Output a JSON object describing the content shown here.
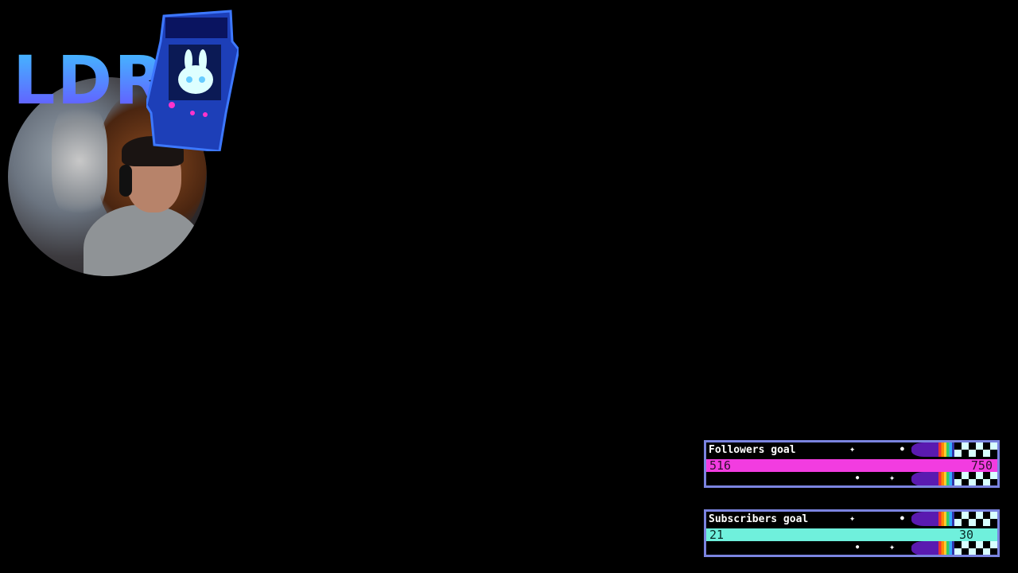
{
  "overlay": {
    "logo_text": "LDR",
    "logo_icon": "arcade-cabinet-bunny-icon"
  },
  "goals": [
    {
      "label": "Followers goal",
      "current": "516",
      "target": "750",
      "bar_color": "#f23ce0"
    },
    {
      "label": "Subscribers goal",
      "current": "21",
      "target": "30",
      "bar_color": "#6ff0dc"
    }
  ]
}
